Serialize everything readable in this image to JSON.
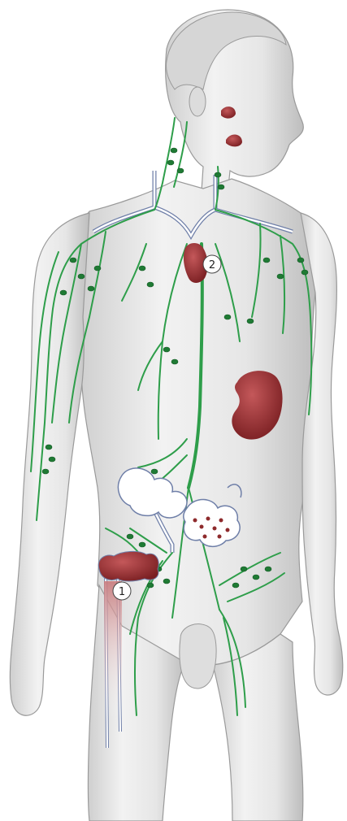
{
  "markers": [
    {
      "id": "marker-1",
      "label": "1"
    },
    {
      "id": "marker-2",
      "label": "2"
    }
  ],
  "colors": {
    "background": "#ffffff",
    "body_fill": "#e8e8e8",
    "body_shade": "#c9c9c9",
    "body_outline": "#9a9a9a",
    "lymph_green": "#2e9e4a",
    "lymph_node": "#1f7a34",
    "vein_blue": "#6f7fa8",
    "organ_red": "#8e2a2c",
    "organ_highlight": "#c4585a",
    "marker_fill": "#ffffff",
    "marker_stroke": "#444444"
  },
  "icons": {
    "figure": "human-figure-icon",
    "spleen": "spleen-icon",
    "thymus": "thymus-icon",
    "tonsils": "tonsils-icon",
    "bone_marrow": "bone-marrow-icon",
    "intestine": "intestine-icon"
  }
}
